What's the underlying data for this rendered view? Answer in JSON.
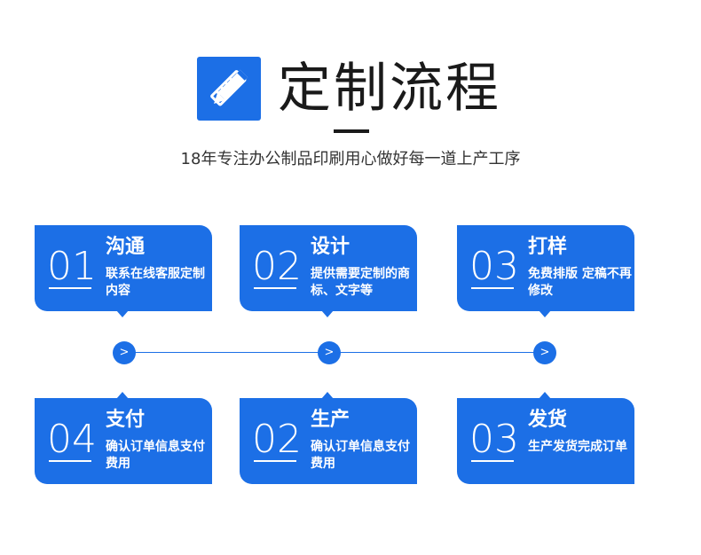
{
  "header": {
    "icon": "pencil-ruler-icon",
    "title": "定制流程",
    "subtitle": "18年专注办公制品印刷用心做好每一道上产工序"
  },
  "colors": {
    "accent": "#1c6fe6",
    "text": "#1a1a1a"
  },
  "steps_top": [
    {
      "number": "01",
      "title": "沟通",
      "description": "联系在线客服定制内容"
    },
    {
      "number": "02",
      "title": "设计",
      "description": "提供需要定制的商标、文字等"
    },
    {
      "number": "03",
      "title": "打样",
      "description": "免费排版 定稿不再修改"
    }
  ],
  "steps_bottom": [
    {
      "number": "04",
      "title": "支付",
      "description": "确认订单信息支付费用"
    },
    {
      "number": "02",
      "title": "生产",
      "description": "确认订单信息支付费用"
    },
    {
      "number": "03",
      "title": "发货",
      "description": "生产发货完成订单"
    }
  ],
  "timeline": {
    "node_symbol": ">"
  }
}
